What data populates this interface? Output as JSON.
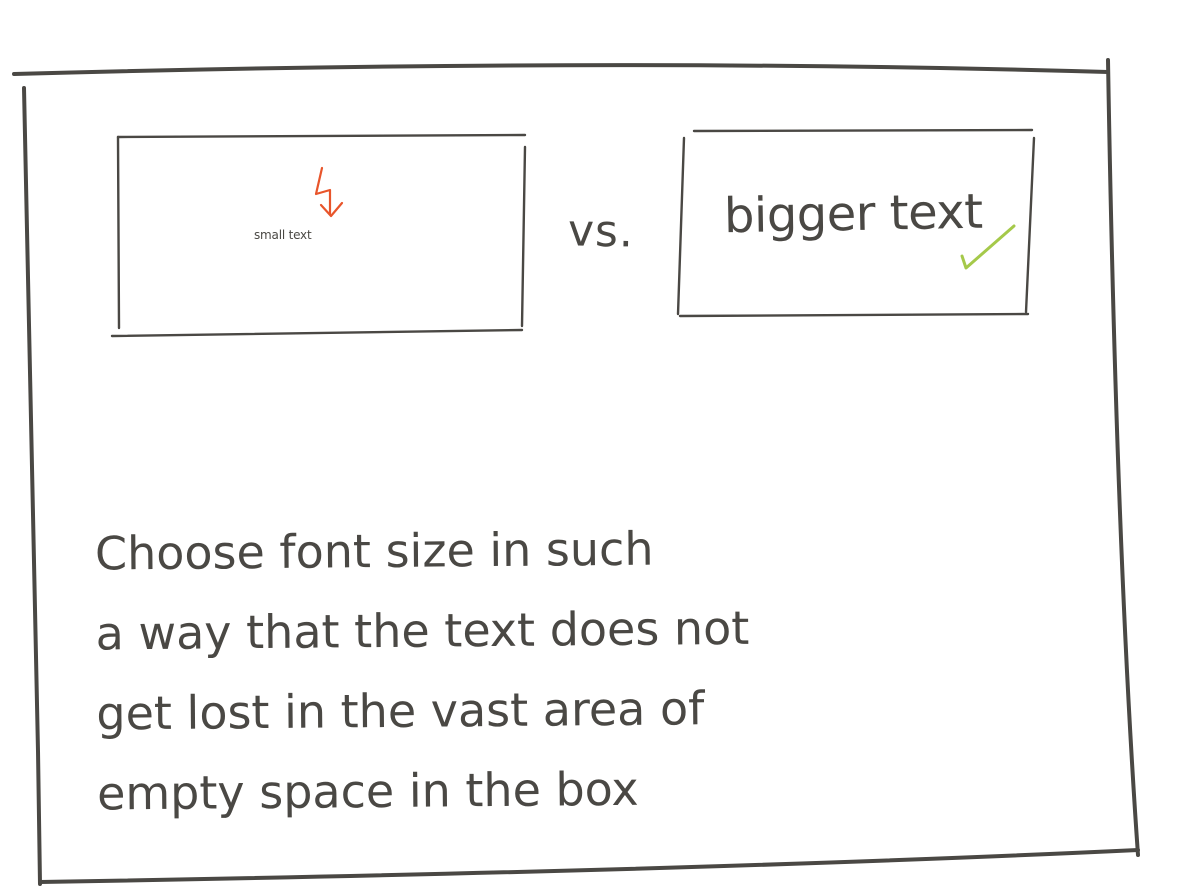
{
  "colors": {
    "ink": "#4a4844",
    "frame": "#4a4844",
    "warning": "#e8552b",
    "check": "#a5c94a"
  },
  "left_box": {
    "text": "small text",
    "marker_icon": "lightning-arrow-icon"
  },
  "separator": {
    "text": "vs."
  },
  "right_box": {
    "text": "bigger text",
    "marker_icon": "checkmark-icon"
  },
  "note": {
    "lines": [
      "Choose font size in such",
      "a way that the text does not",
      "get lost in the vast area of",
      "empty space in the box"
    ]
  }
}
